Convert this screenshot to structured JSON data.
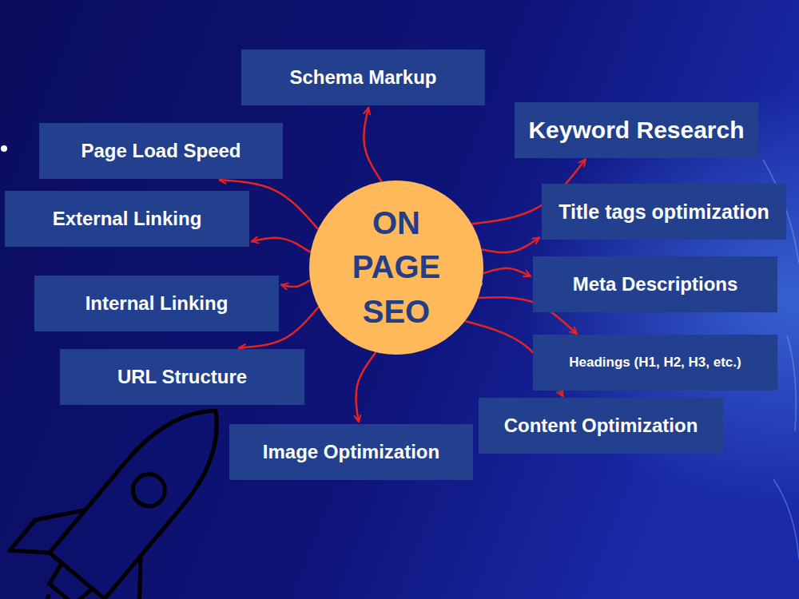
{
  "diagram": {
    "nodes": [
      {
        "text": [
          "ON PAGE SEO"
        ]
      },
      {
        "text": [
          "Schema Markup"
        ]
      },
      {
        "text": [
          "Keyword Research"
        ]
      },
      {
        "text": [
          "Page Load Speed"
        ]
      },
      {
        "text": [
          "Title tags optimization"
        ]
      },
      {
        "text": [
          "External Linking"
        ]
      },
      {
        "text": [
          "Meta Descriptions"
        ]
      },
      {
        "text": [
          "Internal Linking"
        ]
      },
      {
        "text": [
          "Headings (H1, H2, H3, etc.)"
        ]
      },
      {
        "text": [
          "URL Structure"
        ]
      },
      {
        "text": [
          "Content Optimization"
        ]
      },
      {
        "text": [
          "Image Optimization"
        ]
      }
    ],
    "edges": [
      {
        "from": 0,
        "to": 1,
        "arrow": "to"
      },
      {
        "from": 0,
        "to": 2,
        "arrow": "to"
      },
      {
        "from": 0,
        "to": 3,
        "arrow": "to"
      },
      {
        "from": 0,
        "to": 4,
        "arrow": "to"
      },
      {
        "from": 0,
        "to": 5,
        "arrow": "to"
      },
      {
        "from": 0,
        "to": 6,
        "arrow": "to"
      },
      {
        "from": 0,
        "to": 7,
        "arrow": "to"
      },
      {
        "from": 0,
        "to": 8,
        "arrow": "to"
      },
      {
        "from": 0,
        "to": 9,
        "arrow": "to"
      },
      {
        "from": 0,
        "to": 10,
        "arrow": "to"
      },
      {
        "from": 0,
        "to": 11,
        "arrow": "to"
      }
    ]
  }
}
